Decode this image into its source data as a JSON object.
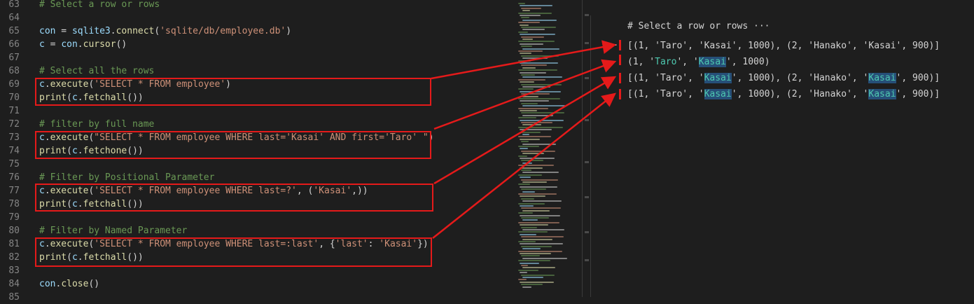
{
  "editor": {
    "lines": [
      {
        "n": "63",
        "tokens": [
          {
            "t": "# Select a row or rows",
            "c": "cmt"
          }
        ]
      },
      {
        "n": "64",
        "tokens": []
      },
      {
        "n": "65",
        "tokens": [
          {
            "t": "con",
            "c": "var"
          },
          {
            "t": " = ",
            "c": "plain"
          },
          {
            "t": "sqlite3",
            "c": "var"
          },
          {
            "t": ".",
            "c": "plain"
          },
          {
            "t": "connect",
            "c": "fn"
          },
          {
            "t": "(",
            "c": "plain"
          },
          {
            "t": "'sqlite/db/employee.db'",
            "c": "str"
          },
          {
            "t": ")",
            "c": "plain"
          }
        ]
      },
      {
        "n": "66",
        "tokens": [
          {
            "t": "c",
            "c": "var"
          },
          {
            "t": " = ",
            "c": "plain"
          },
          {
            "t": "con",
            "c": "var"
          },
          {
            "t": ".",
            "c": "plain"
          },
          {
            "t": "cursor",
            "c": "fn"
          },
          {
            "t": "()",
            "c": "plain"
          }
        ]
      },
      {
        "n": "67",
        "tokens": []
      },
      {
        "n": "68",
        "tokens": [
          {
            "t": "# Select all the rows",
            "c": "cmt"
          }
        ]
      },
      {
        "n": "69",
        "tokens": [
          {
            "t": "c",
            "c": "var"
          },
          {
            "t": ".",
            "c": "plain"
          },
          {
            "t": "execute",
            "c": "fn"
          },
          {
            "t": "(",
            "c": "plain"
          },
          {
            "t": "'SELECT * FROM employee'",
            "c": "str"
          },
          {
            "t": ")",
            "c": "plain"
          }
        ]
      },
      {
        "n": "70",
        "tokens": [
          {
            "t": "print",
            "c": "fn"
          },
          {
            "t": "(",
            "c": "plain"
          },
          {
            "t": "c",
            "c": "var"
          },
          {
            "t": ".",
            "c": "plain"
          },
          {
            "t": "fetchall",
            "c": "fn"
          },
          {
            "t": "())",
            "c": "plain"
          }
        ]
      },
      {
        "n": "71",
        "tokens": []
      },
      {
        "n": "72",
        "tokens": [
          {
            "t": "# filter by full name",
            "c": "cmt"
          }
        ]
      },
      {
        "n": "73",
        "tokens": [
          {
            "t": "c",
            "c": "var"
          },
          {
            "t": ".",
            "c": "plain"
          },
          {
            "t": "execute",
            "c": "fn"
          },
          {
            "t": "(",
            "c": "plain"
          },
          {
            "t": "\"SELECT * FROM employee WHERE last='Kasai' AND first='Taro' \"",
            "c": "str"
          },
          {
            "t": ")",
            "c": "plain"
          }
        ]
      },
      {
        "n": "74",
        "tokens": [
          {
            "t": "print",
            "c": "fn"
          },
          {
            "t": "(",
            "c": "plain"
          },
          {
            "t": "c",
            "c": "var"
          },
          {
            "t": ".",
            "c": "plain"
          },
          {
            "t": "fetchone",
            "c": "fn"
          },
          {
            "t": "())",
            "c": "plain"
          }
        ]
      },
      {
        "n": "75",
        "tokens": []
      },
      {
        "n": "76",
        "tokens": [
          {
            "t": "# Filter by Positional Parameter",
            "c": "cmt"
          }
        ]
      },
      {
        "n": "77",
        "tokens": [
          {
            "t": "c",
            "c": "var"
          },
          {
            "t": ".",
            "c": "plain"
          },
          {
            "t": "execute",
            "c": "fn"
          },
          {
            "t": "(",
            "c": "plain"
          },
          {
            "t": "'SELECT * FROM employee WHERE last=?'",
            "c": "str"
          },
          {
            "t": ", (",
            "c": "plain"
          },
          {
            "t": "'Kasai'",
            "c": "str"
          },
          {
            "t": ",))",
            "c": "plain"
          }
        ]
      },
      {
        "n": "78",
        "tokens": [
          {
            "t": "print",
            "c": "fn"
          },
          {
            "t": "(",
            "c": "plain"
          },
          {
            "t": "c",
            "c": "var"
          },
          {
            "t": ".",
            "c": "plain"
          },
          {
            "t": "fetchall",
            "c": "fn"
          },
          {
            "t": "())",
            "c": "plain"
          }
        ]
      },
      {
        "n": "79",
        "tokens": []
      },
      {
        "n": "80",
        "tokens": [
          {
            "t": "# Filter by Named Parameter",
            "c": "cmt"
          }
        ]
      },
      {
        "n": "81",
        "tokens": [
          {
            "t": "c",
            "c": "var"
          },
          {
            "t": ".",
            "c": "plain"
          },
          {
            "t": "execute",
            "c": "fn"
          },
          {
            "t": "(",
            "c": "plain"
          },
          {
            "t": "'SELECT * FROM employee WHERE last=:last'",
            "c": "str"
          },
          {
            "t": ", {",
            "c": "plain"
          },
          {
            "t": "'last'",
            "c": "str"
          },
          {
            "t": ": ",
            "c": "plain"
          },
          {
            "t": "'Kasai'",
            "c": "str"
          },
          {
            "t": "})",
            "c": "plain"
          }
        ]
      },
      {
        "n": "82",
        "tokens": [
          {
            "t": "print",
            "c": "fn"
          },
          {
            "t": "(",
            "c": "plain"
          },
          {
            "t": "c",
            "c": "var"
          },
          {
            "t": ".",
            "c": "plain"
          },
          {
            "t": "fetchall",
            "c": "fn"
          },
          {
            "t": "())",
            "c": "plain"
          }
        ]
      },
      {
        "n": "83",
        "tokens": []
      },
      {
        "n": "84",
        "tokens": [
          {
            "t": "con",
            "c": "var"
          },
          {
            "t": ".",
            "c": "plain"
          },
          {
            "t": "close",
            "c": "fn"
          },
          {
            "t": "()",
            "c": "plain"
          }
        ]
      },
      {
        "n": "85",
        "tokens": []
      }
    ]
  },
  "output": {
    "comment": "# Select a row or rows",
    "comment_more": "···",
    "ellipsis": "...",
    "lines": [
      {
        "segments": [
          {
            "t": "[(1, 'Taro', 'Kasai', 1000), (2, 'Hanako', 'Kasai', 900)]",
            "c": ""
          }
        ]
      },
      {
        "segments": [
          {
            "t": "(1, '",
            "c": ""
          },
          {
            "t": "Taro",
            "c": "hl"
          },
          {
            "t": "', '",
            "c": ""
          },
          {
            "t": "Kasai",
            "c": "hlbg"
          },
          {
            "t": "', 1000)",
            "c": ""
          }
        ]
      },
      {
        "segments": [
          {
            "t": "[(1, 'Taro', '",
            "c": ""
          },
          {
            "t": "Kasai",
            "c": "hlbg"
          },
          {
            "t": "', 1000), (2, 'Hanako', '",
            "c": ""
          },
          {
            "t": "Kasai",
            "c": "hlbg"
          },
          {
            "t": "', 900)]",
            "c": ""
          }
        ]
      },
      {
        "segments": [
          {
            "t": "[(1, 'Taro', '",
            "c": ""
          },
          {
            "t": "Kasai",
            "c": "hlbg"
          },
          {
            "t": "', 1000), (2, 'Hanako', '",
            "c": ""
          },
          {
            "t": "Kasai",
            "c": "hlbg"
          },
          {
            "t": "', 900)]",
            "c": ""
          }
        ]
      }
    ]
  },
  "colors": {
    "annotation_red": "#e51a1a",
    "comment_green": "#6a9955",
    "string_orange": "#ce9178",
    "function_yellow": "#dcdcaa",
    "variable_blue": "#9cdcfe",
    "highlight_teal": "#4ec9b0"
  }
}
